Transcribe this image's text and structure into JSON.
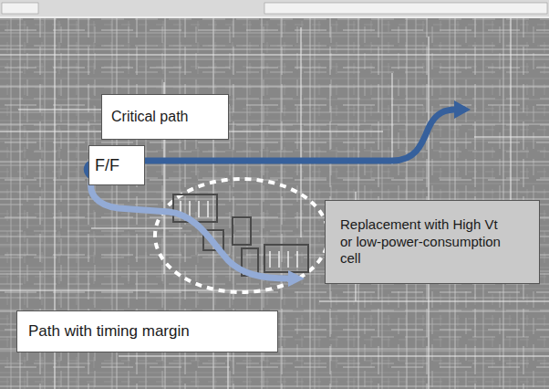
{
  "diagram": {
    "nodes": [
      {
        "text": [
          "Critical path"
        ]
      },
      {
        "text": [
          "F/F"
        ]
      },
      {
        "text": [
          "Replacement with High Vt or low-power-consumption cell"
        ]
      },
      {
        "text": [
          "Path with timing margin"
        ]
      }
    ]
  }
}
